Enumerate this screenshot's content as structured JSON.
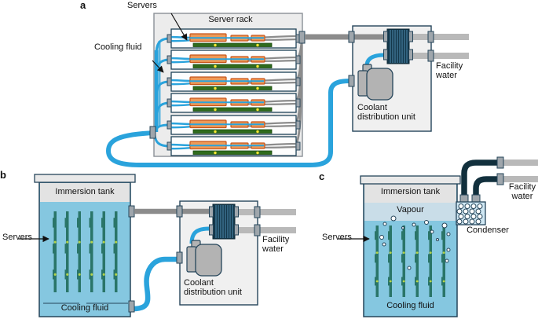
{
  "figure": {
    "description": "Three server cooling methods: cold-plate rack cooling, single-phase immersion, two-phase immersion"
  },
  "panels": {
    "a": {
      "letter": "a",
      "servers_label": "Servers",
      "cooling_fluid_label": "Cooling fluid",
      "server_rack_label": "Server rack",
      "cdu_label": "Coolant distribution unit",
      "facility_water_label": "Facility water"
    },
    "b": {
      "letter": "b",
      "immersion_tank_label": "Immersion tank",
      "servers_label": "Servers",
      "cooling_fluid_label": "Cooling fluid",
      "cdu_label": "Coolant distribution unit",
      "facility_water_label": "Facility water"
    },
    "c": {
      "letter": "c",
      "immersion_tank_label": "Immersion tank",
      "vapour_label": "Vapour",
      "servers_label": "Servers",
      "cooling_fluid_label": "Cooling fluid",
      "condenser_label": "Condenser",
      "facility_water_label": "Facility water"
    }
  },
  "colors": {
    "coolant_blue": "#2aa3dc",
    "fluid_light_blue": "#85c7e0",
    "vapour_blue": "#c9dde8",
    "tank_band_gray": "#e3e3e3",
    "pcb_green": "#2f6b1d",
    "board_teal": "#2a7568",
    "board_dot_green": "#b5d44b",
    "component_orange": "#ed9a58",
    "component_orange_border": "#c7561c",
    "heat_exchanger_navy": "#14374a",
    "pipe_gray": "#8c8c8c",
    "facility_pipe_gray": "#b9b9b9",
    "dark_pipe_navy": "#12303d",
    "outline_navy": "#25455a",
    "rack_bg": "#ececec",
    "cdu_bg": "#f0f0f0",
    "pump_gray": "#b3b3b3",
    "chip_yellow": "#f7e733"
  }
}
